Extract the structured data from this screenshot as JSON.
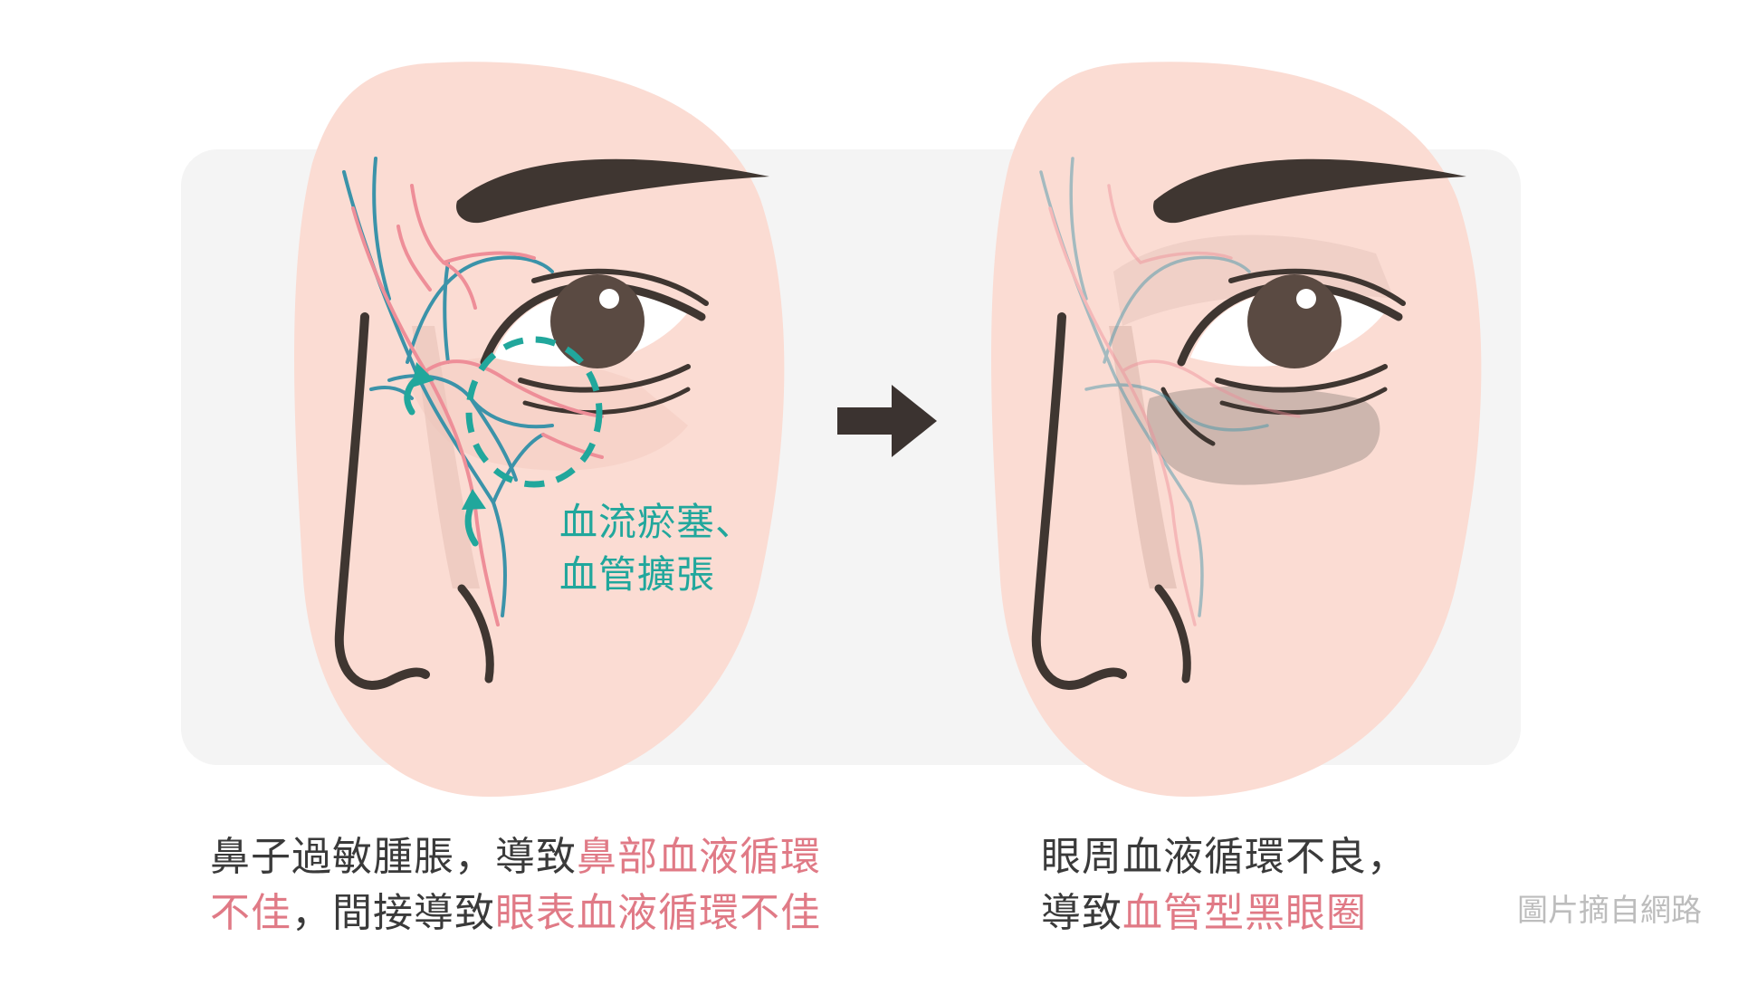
{
  "colors": {
    "skin": "#fbdcd3",
    "panel": "#f4f4f4",
    "brow": "#3f3631",
    "iris": "#5a4a42",
    "vein_blue": "#3b93a9",
    "vein_pink": "#ee8e98",
    "teal_annotation": "#21a79c",
    "highlight_text": "#e07a86",
    "caption_text": "#3a3a3a",
    "arrow": "#3b3330",
    "dark_circle": "#a7978f"
  },
  "icons": [
    "right-arrow-icon",
    "flow-arrow-icon"
  ],
  "before": {
    "annotation_line1": "血流瘀塞、",
    "annotation_line2": "血管擴張",
    "caption": {
      "line1_prefix": "鼻子過敏腫脹，導致",
      "line1_highlight": "鼻部血液循環",
      "line2_highlight_a": "不佳",
      "line2_middle": "，間接導致",
      "line2_highlight_b": "眼表血液循環不佳"
    }
  },
  "after": {
    "caption": {
      "line1": "眼周血液循環不良，",
      "line2_prefix": "導致",
      "line2_highlight": "血管型黑眼圈"
    }
  },
  "credit": "圖片摘自網路"
}
